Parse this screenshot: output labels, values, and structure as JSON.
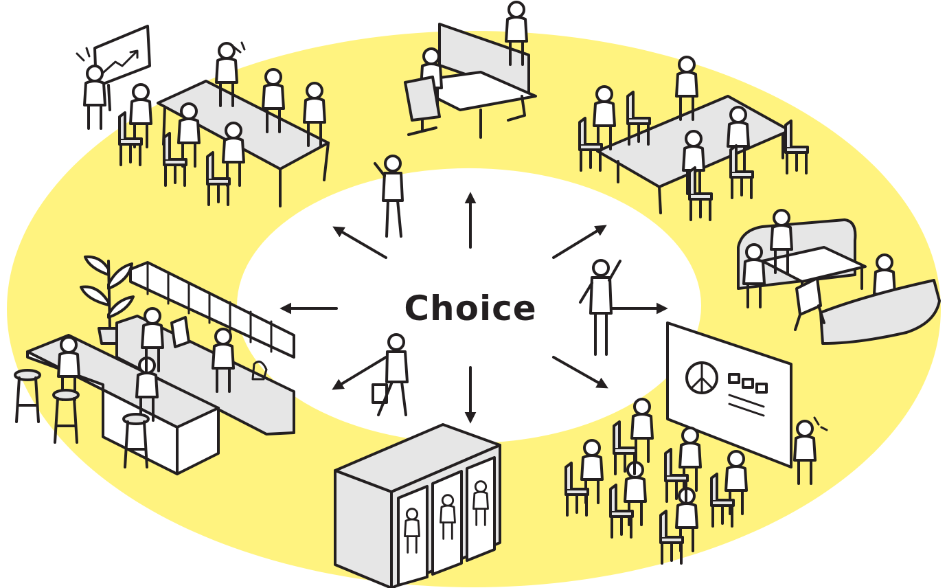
{
  "center": {
    "label": "Choice"
  },
  "colors": {
    "ring": "#fff37f",
    "ink": "#231f20",
    "fill_gray": "#e6e6e6",
    "background": "#ffffff"
  },
  "scenes": [
    {
      "id": "presentation-meeting-table"
    },
    {
      "id": "standing-desk-workstation"
    },
    {
      "id": "conference-table-meeting"
    },
    {
      "id": "lounge-sofa-booth"
    },
    {
      "id": "screen-presentation-audience"
    },
    {
      "id": "phone-booth-pods"
    },
    {
      "id": "pantry-bar-counter"
    }
  ],
  "arrows": [
    {
      "id": "arrow-up-left"
    },
    {
      "id": "arrow-up"
    },
    {
      "id": "arrow-up-right"
    },
    {
      "id": "arrow-right"
    },
    {
      "id": "arrow-down-right"
    },
    {
      "id": "arrow-down"
    },
    {
      "id": "arrow-down-left"
    },
    {
      "id": "arrow-left"
    }
  ]
}
